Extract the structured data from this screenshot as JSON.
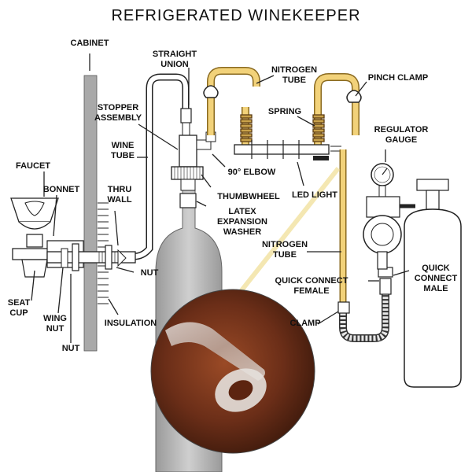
{
  "title": "REFRIGERATED WINEKEEPER",
  "labels": {
    "cabinet": "CABINET",
    "straight_union_1": "STRAIGHT",
    "straight_union_2": "UNION",
    "nitrogen_tube_top_1": "NITROGEN",
    "nitrogen_tube_top_2": "TUBE",
    "pinch_clamp": "PINCH CLAMP",
    "stopper_assembly_1": "STOPPER",
    "stopper_assembly_2": "ASSEMBLY",
    "spring": "SPRING",
    "regulator_gauge_1": "REGULATOR",
    "regulator_gauge_2": "GAUGE",
    "wine_tube_1": "WINE",
    "wine_tube_2": "TUBE",
    "faucet": "FAUCET",
    "elbow_90": "90° ELBOW",
    "bonnet": "BONNET",
    "thumbwheel": "THUMBWHEEL",
    "led_light": "LED LIGHT",
    "thru_wall_1": "THRU",
    "thru_wall_2": "WALL",
    "latex_1": "LATEX",
    "latex_2": "EXPANSION",
    "latex_3": "WASHER",
    "nitrogen_tube_mid_1": "NITROGEN",
    "nitrogen_tube_mid_2": "TUBE",
    "nut_right": "NUT",
    "quick_connect_male_1": "QUICK",
    "quick_connect_male_2": "CONNECT",
    "quick_connect_male_3": "MALE",
    "quick_connect_female_1": "QUICK CONNECT",
    "quick_connect_female_2": "FEMALE",
    "seat_cup_1": "SEAT",
    "seat_cup_2": "CUP",
    "wing_nut_1": "WING",
    "wing_nut_2": "NUT",
    "insulation": "INSULATION",
    "clamp": "CLAMP",
    "nut_bottom": "NUT"
  },
  "colors": {
    "nitrogen_tube": "#f2d27a",
    "nitrogen_tube_edge": "#8a6a20",
    "cabinet_wall": "#a9a9a9",
    "bottle": "#b5b5b5",
    "wood_inset": "#6b2e18"
  }
}
